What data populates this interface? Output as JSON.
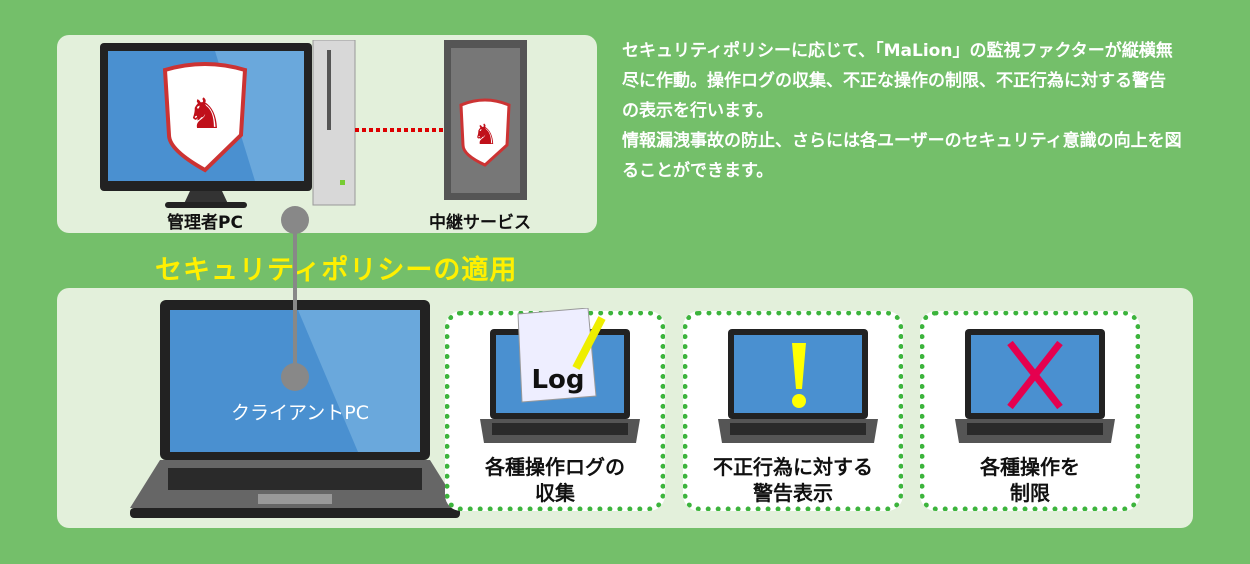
{
  "description": {
    "p1": "セキュリティポリシーに応じて、「MaLion」の監視ファクターが縦横無尽に作動。操作ログの収集、不正な操作の制限、不正行為に対する警告の表示を行います。",
    "p2": "情報漏洩事故の防止、さらには各ユーザーのセキュリティ意識の向上を図ることができます。"
  },
  "top": {
    "admin_label": "管理者PC",
    "relay_label": "中継サービス"
  },
  "policy_title": "セキュリティポリシーの適用",
  "client": {
    "label": "クライアントPC"
  },
  "functions": [
    {
      "line1": "各種操作ログの",
      "line2": "収集",
      "icon_text": "Log"
    },
    {
      "line1": "不正行為に対する",
      "line2": "警告表示"
    },
    {
      "line1": "各種操作を",
      "line2": "制限"
    }
  ],
  "colors": {
    "background": "#74bf6a",
    "panel": "#e3f0db",
    "title": "#fff000",
    "dotted": "#3cb43c",
    "cross": "#e5004f"
  }
}
